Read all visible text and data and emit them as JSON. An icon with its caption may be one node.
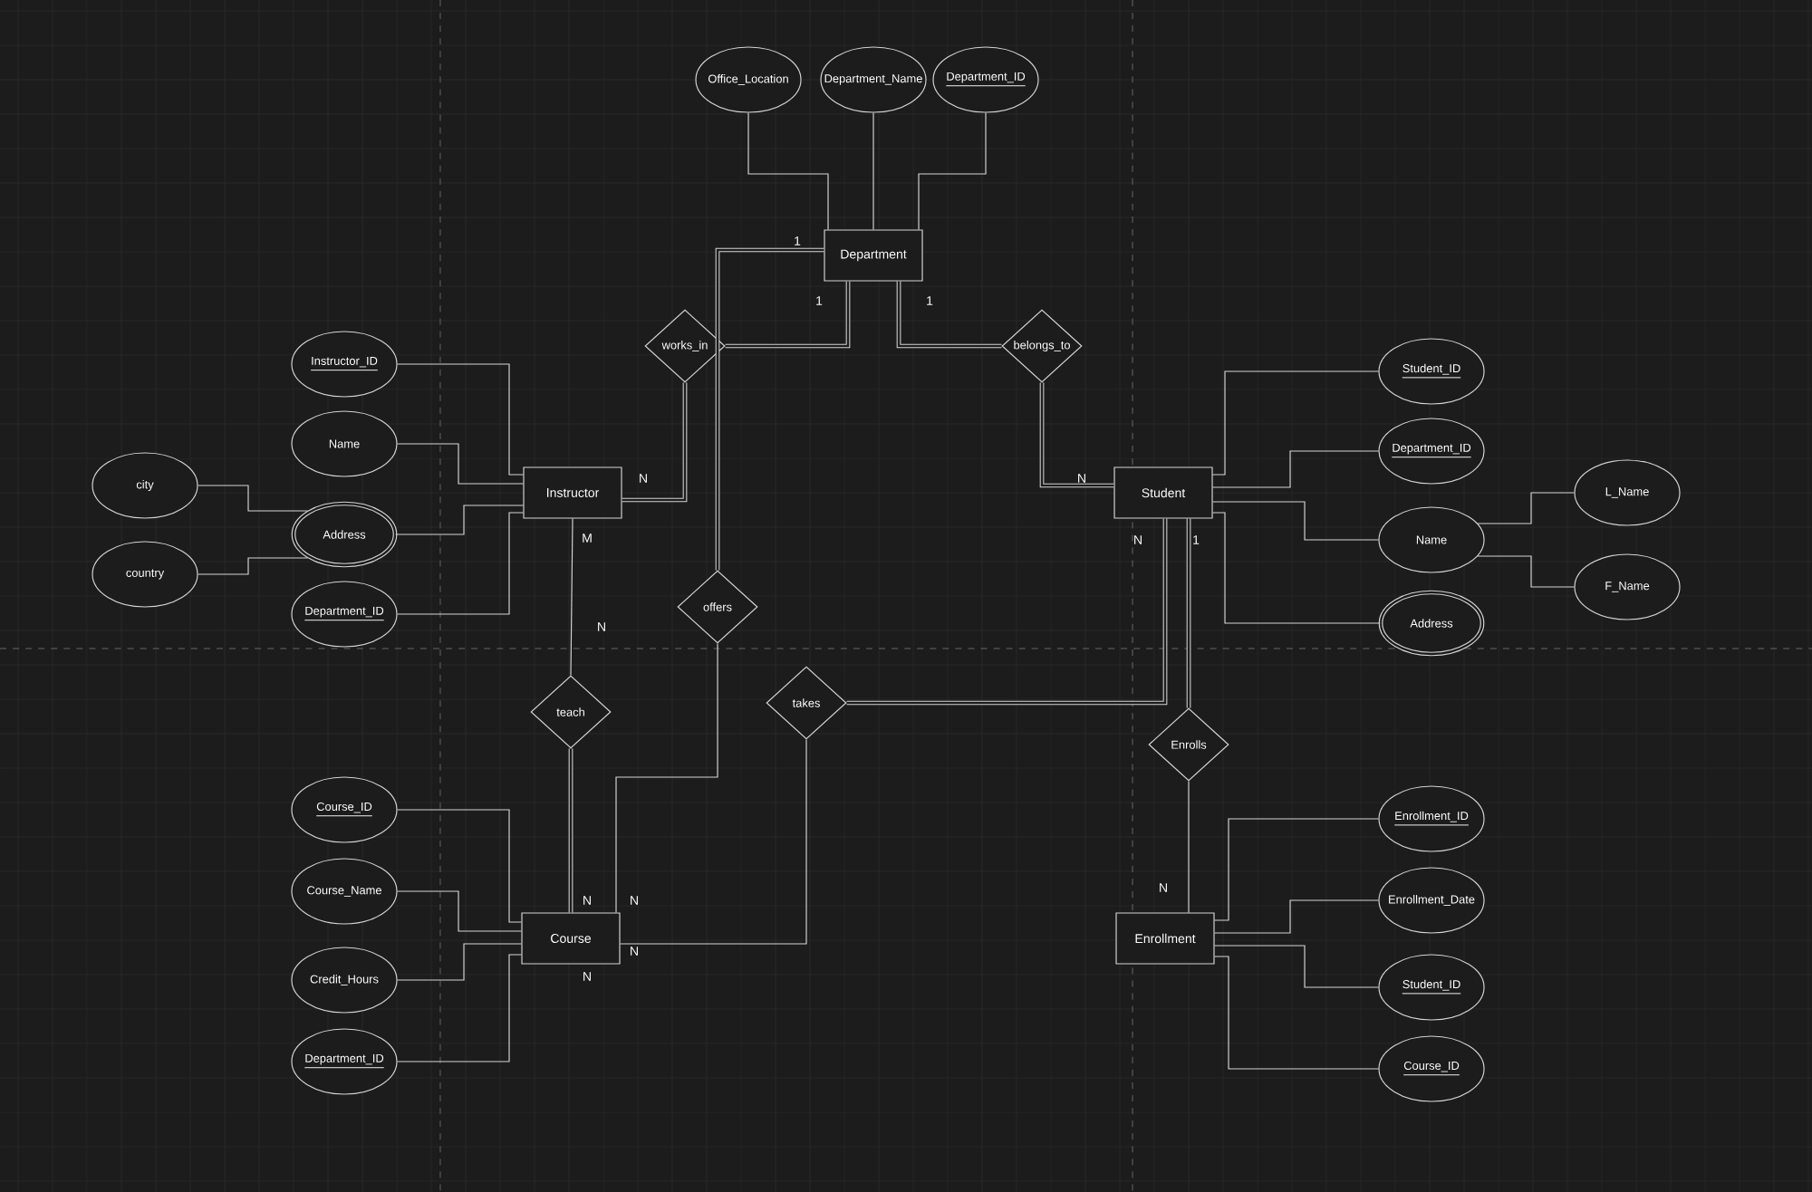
{
  "diagram": {
    "nodes": [
      {
        "text": [
          "Office_Location"
        ]
      },
      {
        "text": [
          "Department_Name"
        ]
      },
      {
        "text": [
          "Department_ID"
        ]
      },
      {
        "text": [
          "Department"
        ]
      },
      {
        "text": [
          "works_in"
        ]
      },
      {
        "text": [
          "belongs_to"
        ]
      },
      {
        "text": [
          "Instructor_ID"
        ]
      },
      {
        "text": [
          "Name"
        ]
      },
      {
        "text": [
          "city"
        ]
      },
      {
        "text": [
          "Address"
        ]
      },
      {
        "text": [
          "country"
        ]
      },
      {
        "text": [
          "Department_ID"
        ]
      },
      {
        "text": [
          "Instructor"
        ]
      },
      {
        "text": [
          "offers"
        ]
      },
      {
        "text": [
          "Student"
        ]
      },
      {
        "text": [
          "Student_ID"
        ]
      },
      {
        "text": [
          "Department_ID"
        ]
      },
      {
        "text": [
          "Name"
        ]
      },
      {
        "text": [
          "L_Name"
        ]
      },
      {
        "text": [
          "F_Name"
        ]
      },
      {
        "text": [
          "Address"
        ]
      },
      {
        "text": [
          "teach"
        ]
      },
      {
        "text": [
          "takes"
        ]
      },
      {
        "text": [
          "Enrolls"
        ]
      },
      {
        "text": [
          "Course_ID"
        ]
      },
      {
        "text": [
          "Course_Name"
        ]
      },
      {
        "text": [
          "Credit_Hours"
        ]
      },
      {
        "text": [
          "Department_ID"
        ]
      },
      {
        "text": [
          "Course"
        ]
      },
      {
        "text": [
          "Enrollment"
        ]
      },
      {
        "text": [
          "Enrollment_ID"
        ]
      },
      {
        "text": [
          "Enrollment_Date"
        ]
      },
      {
        "text": [
          "Student_ID"
        ]
      },
      {
        "text": [
          "Course_ID"
        ]
      }
    ],
    "edges": [
      {
        "from": 0,
        "to": 3,
        "arrow": "none"
      },
      {
        "from": 1,
        "to": 3,
        "arrow": "none"
      },
      {
        "from": 2,
        "to": 3,
        "arrow": "none"
      },
      {
        "from": 12,
        "to": 6,
        "arrow": "none"
      },
      {
        "from": 12,
        "to": 7,
        "arrow": "none"
      },
      {
        "from": 12,
        "to": 9,
        "arrow": "none"
      },
      {
        "from": 12,
        "to": 11,
        "arrow": "none"
      },
      {
        "from": 9,
        "to": 8,
        "arrow": "none"
      },
      {
        "from": 9,
        "to": 10,
        "arrow": "none"
      },
      {
        "from": 14,
        "to": 15,
        "arrow": "none"
      },
      {
        "from": 14,
        "to": 16,
        "arrow": "none"
      },
      {
        "from": 14,
        "to": 17,
        "arrow": "none"
      },
      {
        "from": 14,
        "to": 20,
        "arrow": "none"
      },
      {
        "from": 17,
        "to": 18,
        "arrow": "none"
      },
      {
        "from": 17,
        "to": 19,
        "arrow": "none"
      },
      {
        "from": 28,
        "to": 24,
        "arrow": "none"
      },
      {
        "from": 28,
        "to": 25,
        "arrow": "none"
      },
      {
        "from": 28,
        "to": 26,
        "arrow": "none"
      },
      {
        "from": 28,
        "to": 27,
        "arrow": "none"
      },
      {
        "from": 29,
        "to": 30,
        "arrow": "none"
      },
      {
        "from": 29,
        "to": 31,
        "arrow": "none"
      },
      {
        "from": 29,
        "to": 32,
        "arrow": "none"
      },
      {
        "from": 29,
        "to": 33,
        "arrow": "none"
      },
      {
        "from": 3,
        "to": 4,
        "arrow": "none",
        "style": "thick"
      },
      {
        "from": 4,
        "to": 12,
        "arrow": "none",
        "style": "thick"
      },
      {
        "from": 3,
        "to": 13,
        "arrow": "none",
        "style": "thick"
      },
      {
        "from": 13,
        "to": 28,
        "arrow": "none"
      },
      {
        "from": 3,
        "to": 5,
        "arrow": "none",
        "style": "thick"
      },
      {
        "from": 5,
        "to": 14,
        "arrow": "none",
        "style": "thick"
      },
      {
        "from": 12,
        "to": 21,
        "arrow": "none"
      },
      {
        "from": 21,
        "to": 28,
        "arrow": "none",
        "style": "thick"
      },
      {
        "from": 28,
        "to": 22,
        "arrow": "none"
      },
      {
        "from": 14,
        "to": 22,
        "arrow": "none",
        "style": "thick"
      },
      {
        "from": 14,
        "to": 23,
        "arrow": "none",
        "style": "thick"
      },
      {
        "from": 23,
        "to": 29,
        "arrow": "none"
      }
    ],
    "labels": [
      "1",
      "1",
      "1",
      "N",
      "N",
      "M",
      "N",
      "1",
      "N",
      "N",
      "N",
      "N",
      "N",
      "N"
    ]
  }
}
